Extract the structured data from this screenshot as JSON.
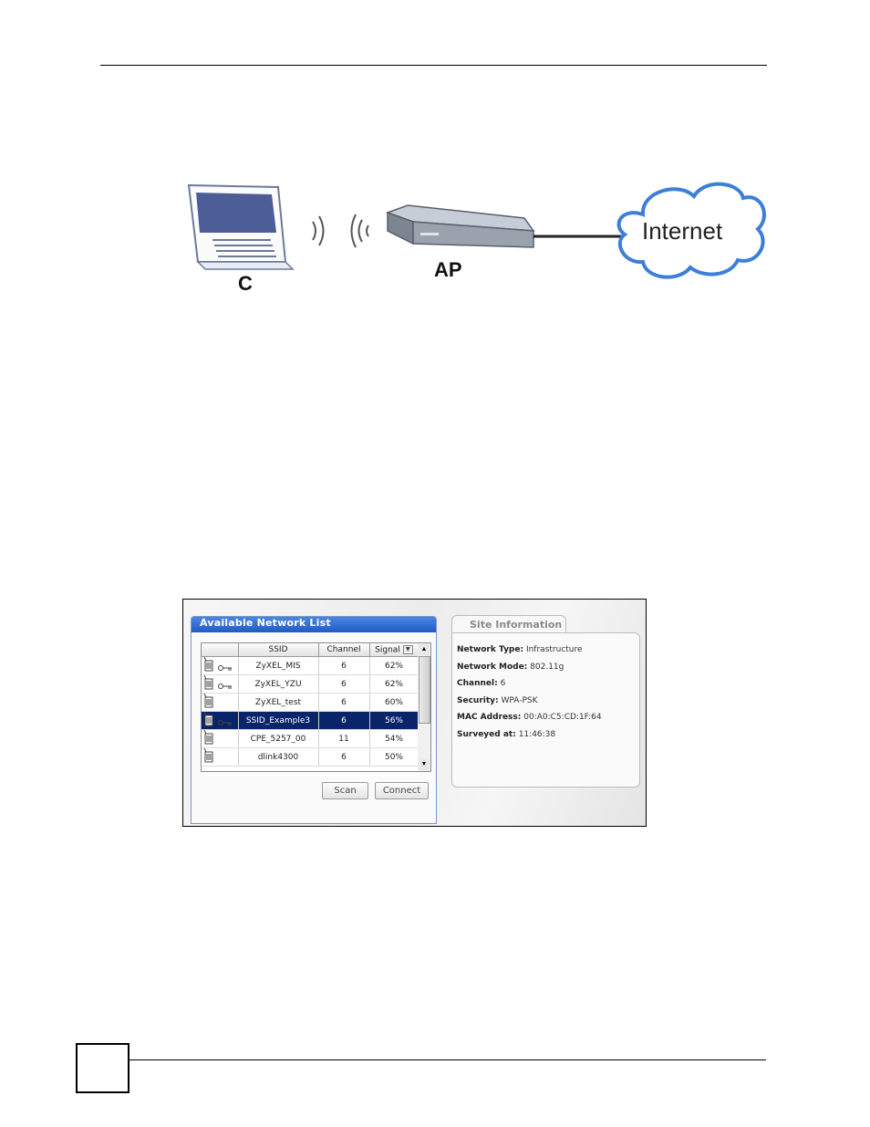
{
  "diagram": {
    "labels": {
      "client": "C",
      "access_point": "AP",
      "internet": "Internet"
    }
  },
  "network_list": {
    "title": "Available Network List",
    "columns": [
      "SSID",
      "Channel",
      "Signal"
    ],
    "rows": [
      {
        "ssid": "ZyXEL_MIS",
        "channel": "6",
        "signal": "62%",
        "secured": true,
        "selected": false
      },
      {
        "ssid": "ZyXEL_YZU",
        "channel": "6",
        "signal": "62%",
        "secured": true,
        "selected": false
      },
      {
        "ssid": "ZyXEL_test",
        "channel": "6",
        "signal": "60%",
        "secured": false,
        "selected": false
      },
      {
        "ssid": "SSID_Example3",
        "channel": "6",
        "signal": "56%",
        "secured": true,
        "selected": true
      },
      {
        "ssid": "CPE_5257_00",
        "channel": "11",
        "signal": "54%",
        "secured": false,
        "selected": false
      },
      {
        "ssid": "dlink4300",
        "channel": "6",
        "signal": "50%",
        "secured": false,
        "selected": false
      }
    ],
    "buttons": {
      "scan": "Scan",
      "connect": "Connect"
    },
    "colors": {
      "title_bar": "#1f5bc4",
      "selected_row": "#0a246a"
    }
  },
  "site_info": {
    "tab_label": "Site Information",
    "fields": [
      {
        "label": "Network Type:",
        "value": "Infrastructure"
      },
      {
        "label": "Network Mode:",
        "value": "802.11g"
      },
      {
        "label": "Channel:",
        "value": "6"
      },
      {
        "label": "Security:",
        "value": "WPA-PSK"
      },
      {
        "label": "MAC Address:",
        "value": "00:A0:C5:CD:1F:64"
      },
      {
        "label": "Surveyed at:",
        "value": "11:46:38"
      }
    ]
  }
}
